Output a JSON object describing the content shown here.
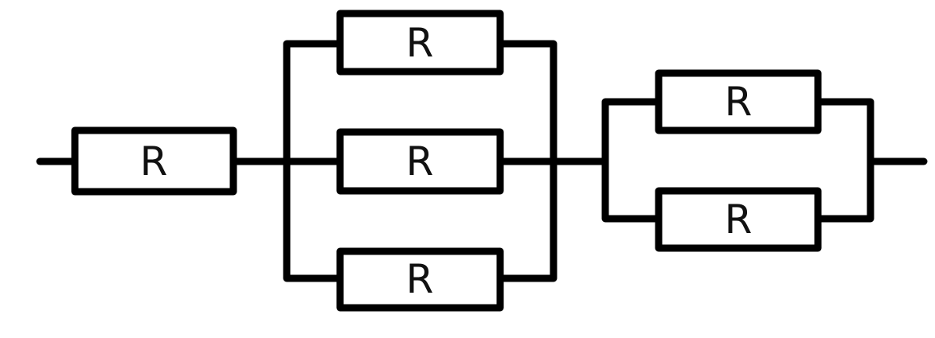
{
  "diagram": {
    "type": "resistor-network",
    "resistors": [
      {
        "id": "r1",
        "label": "R",
        "group": "series"
      },
      {
        "id": "r2",
        "label": "R",
        "group": "parallel-3"
      },
      {
        "id": "r3",
        "label": "R",
        "group": "parallel-3"
      },
      {
        "id": "r4",
        "label": "R",
        "group": "parallel-3"
      },
      {
        "id": "r5",
        "label": "R",
        "group": "parallel-2"
      },
      {
        "id": "r6",
        "label": "R",
        "group": "parallel-2"
      }
    ]
  }
}
